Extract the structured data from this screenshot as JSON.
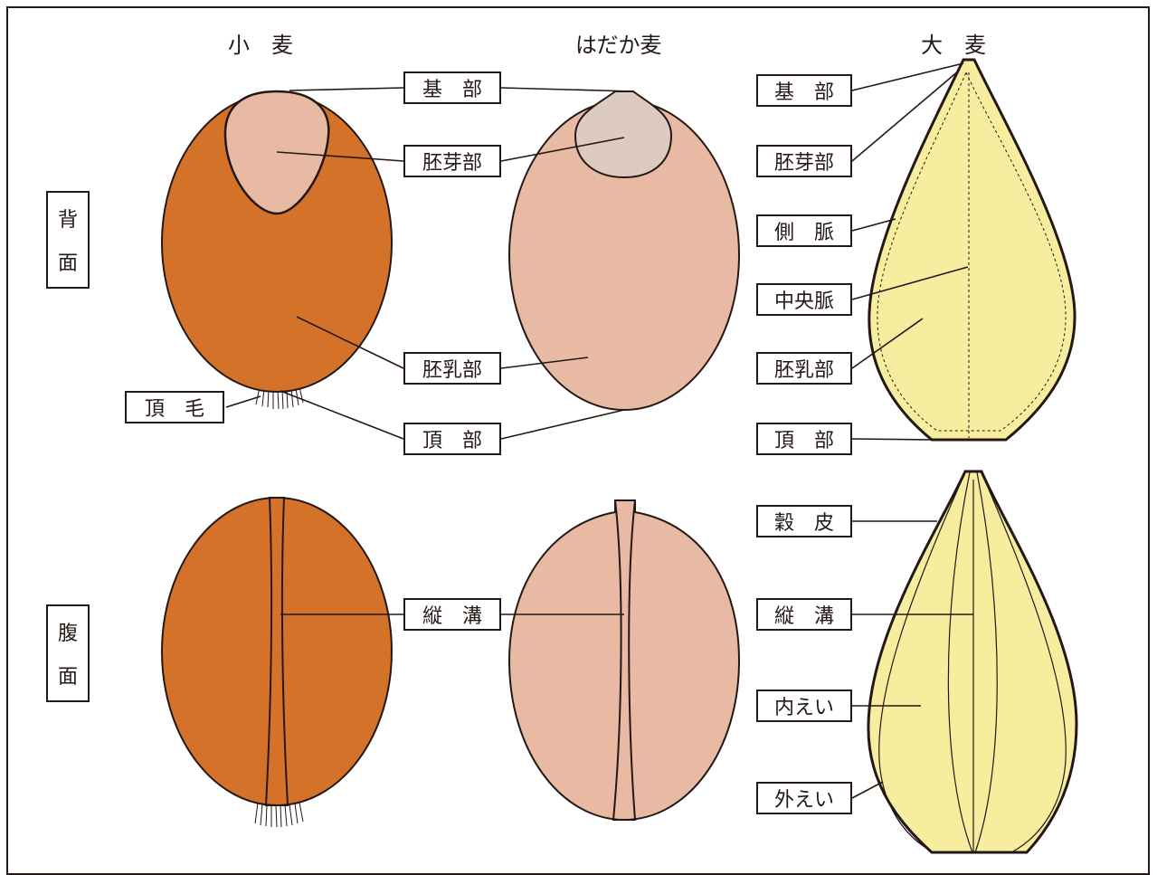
{
  "headers": {
    "wheat": "小　麦",
    "naked_barley": "はだか麦",
    "barley": "大　麦"
  },
  "view_labels": {
    "dorsal": [
      "背",
      "面"
    ],
    "ventral": [
      "腹",
      "面"
    ]
  },
  "labels": {
    "base": "基　部",
    "germ": "胚芽部",
    "endosperm": "胚乳部",
    "hair": "頂　毛",
    "apex": "頂　部",
    "groove": "縦　溝",
    "barley_base": "基　部",
    "barley_germ": "胚芽部",
    "lateral_vein": "側　脈",
    "central_vein": "中央脈",
    "barley_endosperm": "胚乳部",
    "barley_apex": "頂　部",
    "husk": "穀　皮",
    "barley_groove": "縦　溝",
    "palea": "内えい",
    "lemma": "外えい"
  },
  "colors": {
    "wheat": "#d4722a",
    "naked_barley": "#e8baa3",
    "naked_barley_germ": "#decbbf",
    "barley": "#f6ed9f",
    "outline": "#231815"
  }
}
